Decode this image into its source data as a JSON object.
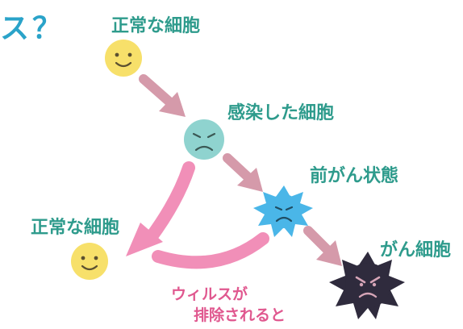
{
  "title_fragment": "ス？",
  "nodes": {
    "normal_top": {
      "label": "正常な細胞",
      "color": "#f7e06a"
    },
    "infected": {
      "label": "感染した細胞",
      "color": "#8fd3cf"
    },
    "precancer": {
      "label": "前がん状態",
      "color": "#4ab6e8"
    },
    "cancer": {
      "label": "がん細胞",
      "color": "#2f2b3d"
    },
    "normal_left": {
      "label": "正常な細胞",
      "color": "#f7e06a"
    }
  },
  "virus_removed": {
    "line1": "ウィルスが",
    "line2": "排除されると"
  },
  "colors": {
    "arrow_mauve": "#d59aaa",
    "arrow_pink": "#f18fb8",
    "label_teal": "#2e9b8c",
    "label_pink": "#e0588f",
    "title_blue": "#2aa3c9"
  }
}
